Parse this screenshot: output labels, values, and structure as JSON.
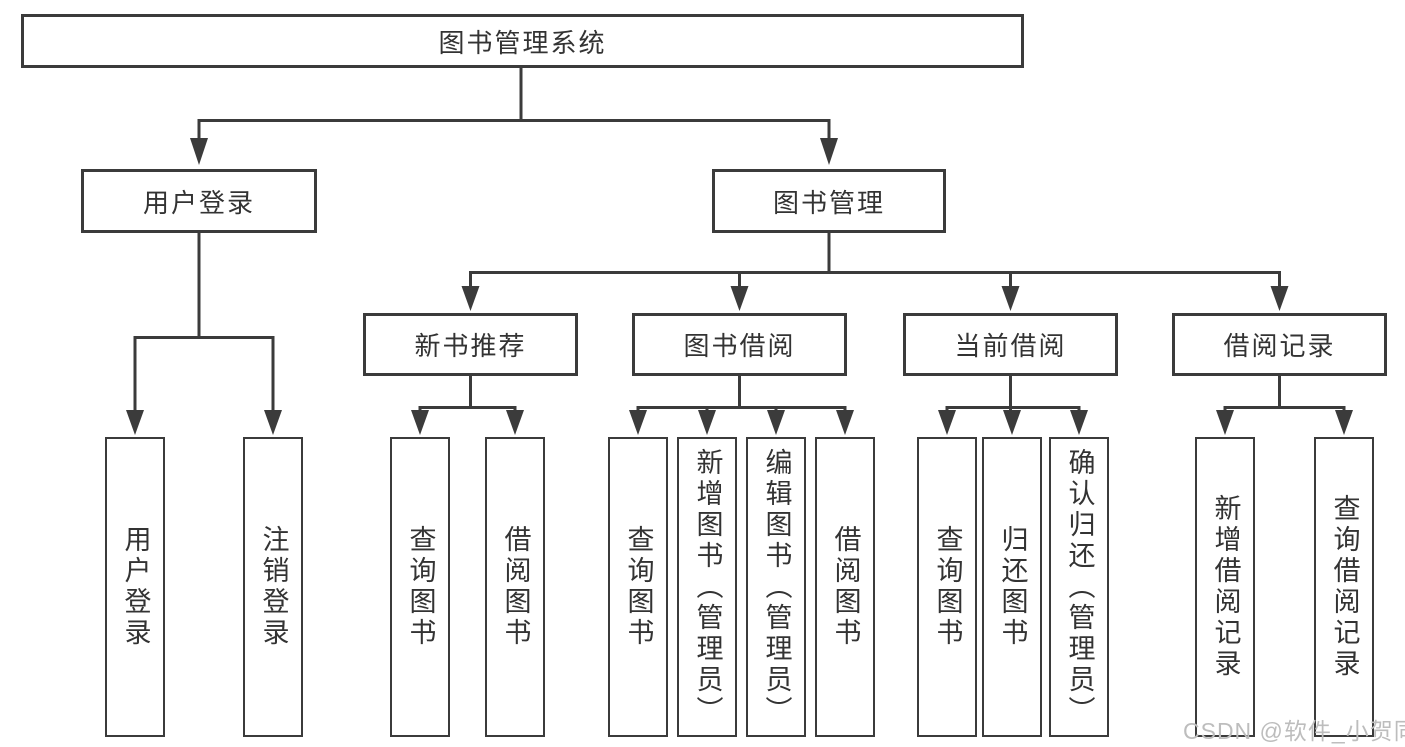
{
  "diagram": {
    "title": "图书管理系统",
    "user_login": {
      "label": "用户登录",
      "children": {
        "login": "用户登录",
        "logout": "注销登录"
      }
    },
    "book_management": {
      "label": "图书管理",
      "new_book_recommend": {
        "label": "新书推荐",
        "children": {
          "query_books": "查询图书",
          "borrow_books": "借阅图书"
        }
      },
      "book_borrowing": {
        "label": "图书借阅",
        "children": {
          "query_books": "查询图书",
          "add_books": "新增图书（管理员）",
          "edit_books": "编辑图书（管理员）",
          "borrow_books": "借阅图书"
        }
      },
      "current_borrowing": {
        "label": "当前借阅",
        "children": {
          "query_books": "查询图书",
          "return_books": "归还图书",
          "confirm_return": "确认归还（管理员）"
        }
      },
      "borrowing_records": {
        "label": "借阅记录",
        "children": {
          "add_record": "新增借阅记录",
          "query_record": "查询借阅记录"
        }
      }
    }
  },
  "watermark": {
    "text": "CSDN @软件_小贺同学"
  },
  "colors": {
    "line": "#3b3b3b",
    "text": "#333333",
    "watermark": "#bdbdbd",
    "background": "#ffffff"
  }
}
